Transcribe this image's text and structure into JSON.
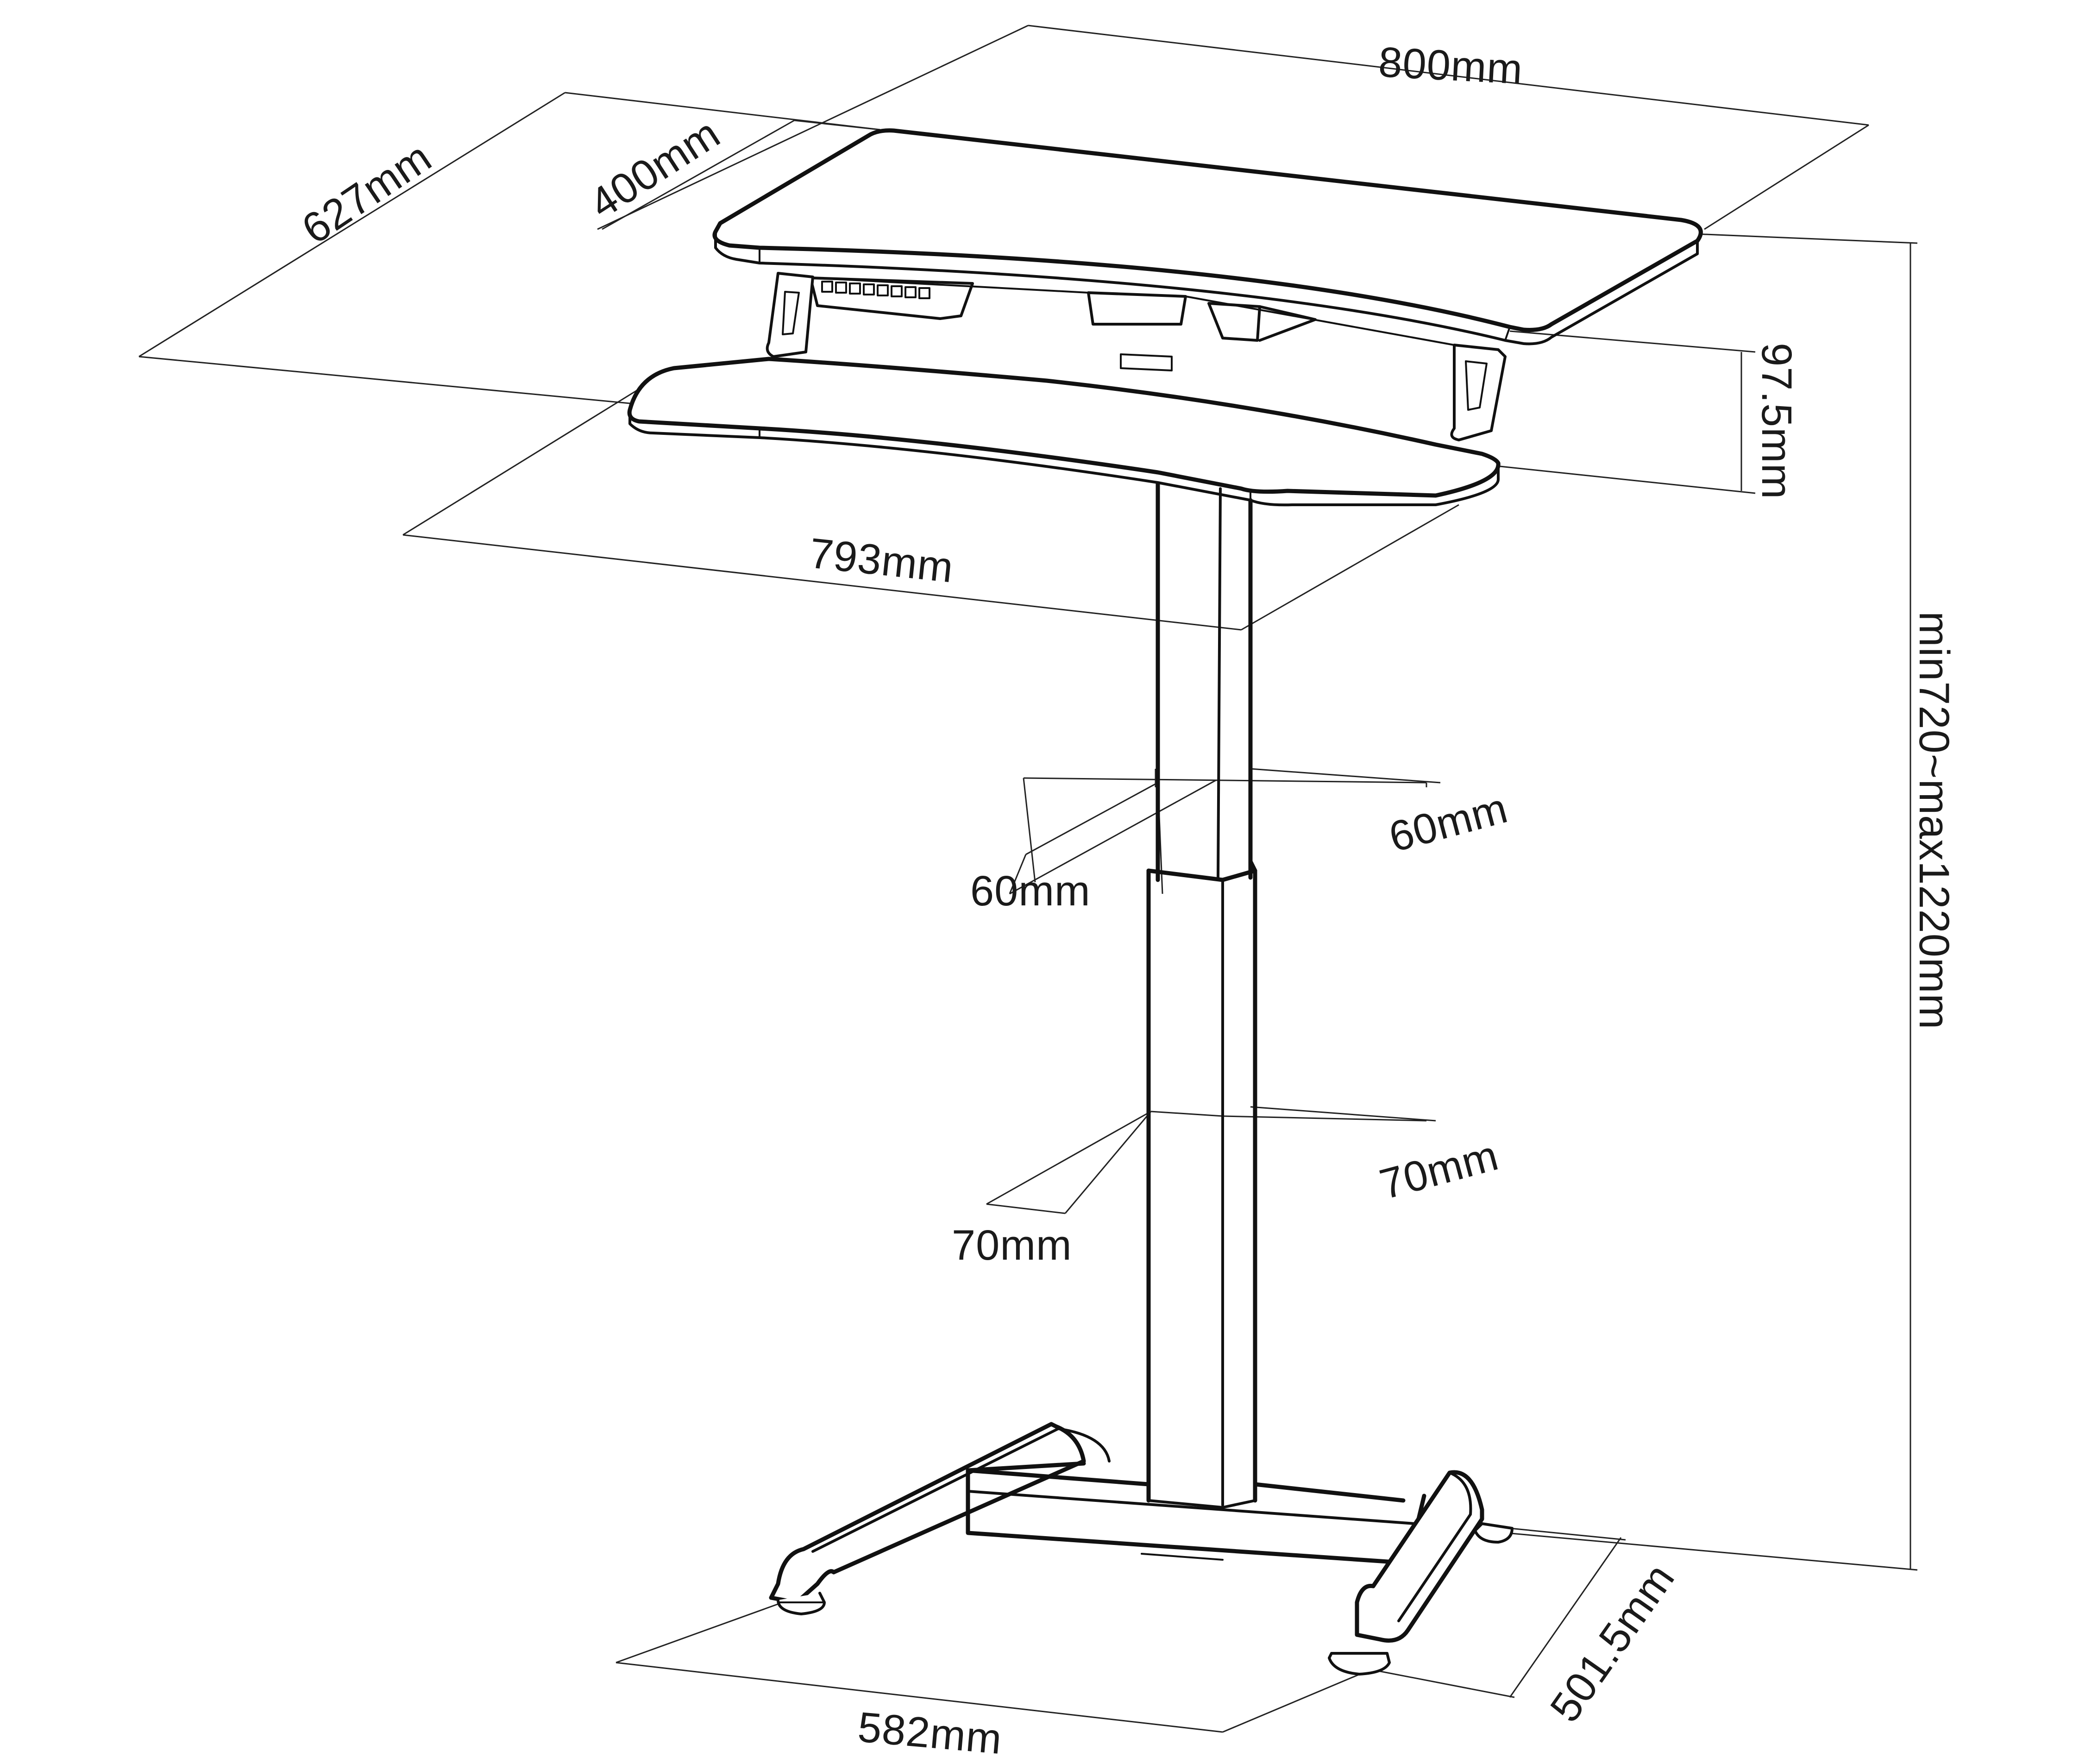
{
  "dimensions": {
    "top_width": "800mm",
    "overall_depth": "627mm",
    "top_depth": "400mm",
    "tier_offset": "97.5mm",
    "keyboard_tray_width": "793mm",
    "height_range": "min720~max1220mm",
    "upper_column_depth": "60mm",
    "upper_column_width": "60mm",
    "lower_column_depth": "70mm",
    "lower_column_width": "70mm",
    "base_width": "582mm",
    "base_depth": "501.5mm"
  },
  "colors": {
    "line": "#111111",
    "background": "#ffffff"
  }
}
